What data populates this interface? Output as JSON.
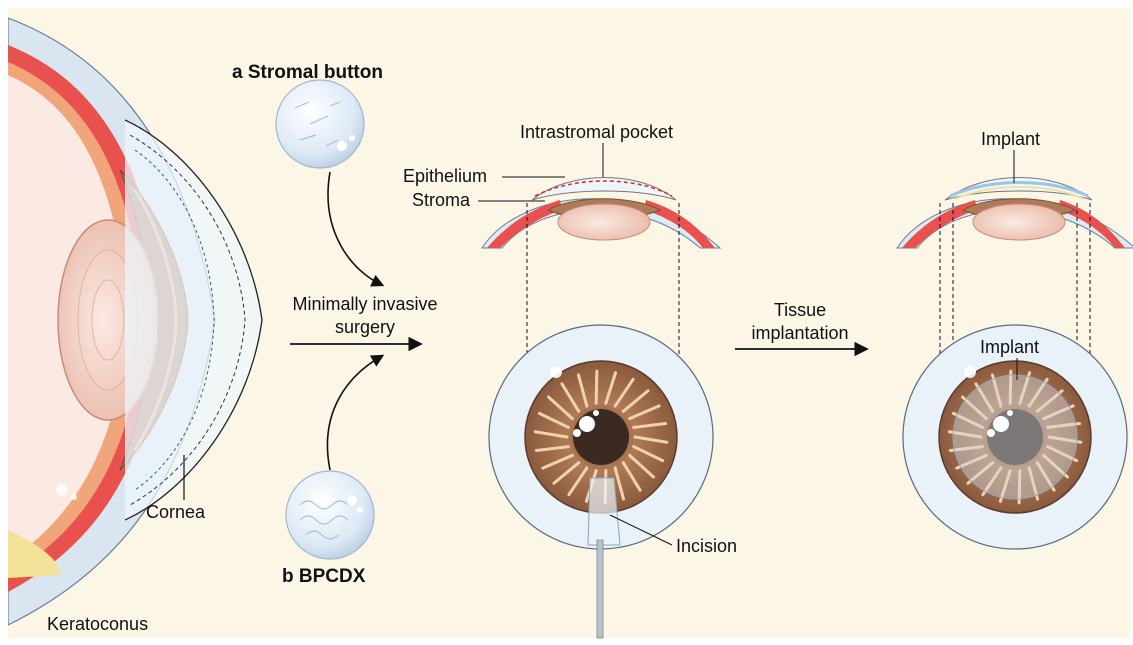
{
  "labels": {
    "keratoconus": "Keratoconus",
    "cornea": "Cornea",
    "stromal_button_letter": "a",
    "stromal_button": "Stromal button",
    "bpcdx_letter": "b",
    "bpcdx": "BPCDX",
    "minimally_invasive_line1": "Minimally invasive",
    "minimally_invasive_line2": "surgery",
    "intrastromal_pocket": "Intrastromal pocket",
    "epithelium": "Epithelium",
    "stroma": "Stroma",
    "incision": "Incision",
    "tissue_line1": "Tissue",
    "tissue_line2": "implantation",
    "implant_top": "Implant",
    "implant_front": "Implant"
  },
  "colors": {
    "background": "#fbf6e6",
    "sclera": "#dfe9f3",
    "cornea": "#eaf3fb",
    "iris": "#9b6a4c",
    "iris_light": "#e9c9a4",
    "pupil": "#3a2a22",
    "red_tissue": "#e8514e",
    "lens": "#f4d9cf",
    "pocket_dash": "#d6322c",
    "implant_tint": "#cfd7e0"
  },
  "icons": [
    "stromal-button-disc",
    "bpcdx-disc",
    "keratoconus-eye",
    "cross-section-eye",
    "front-view-eye",
    "syringe-cannula",
    "arrow"
  ]
}
